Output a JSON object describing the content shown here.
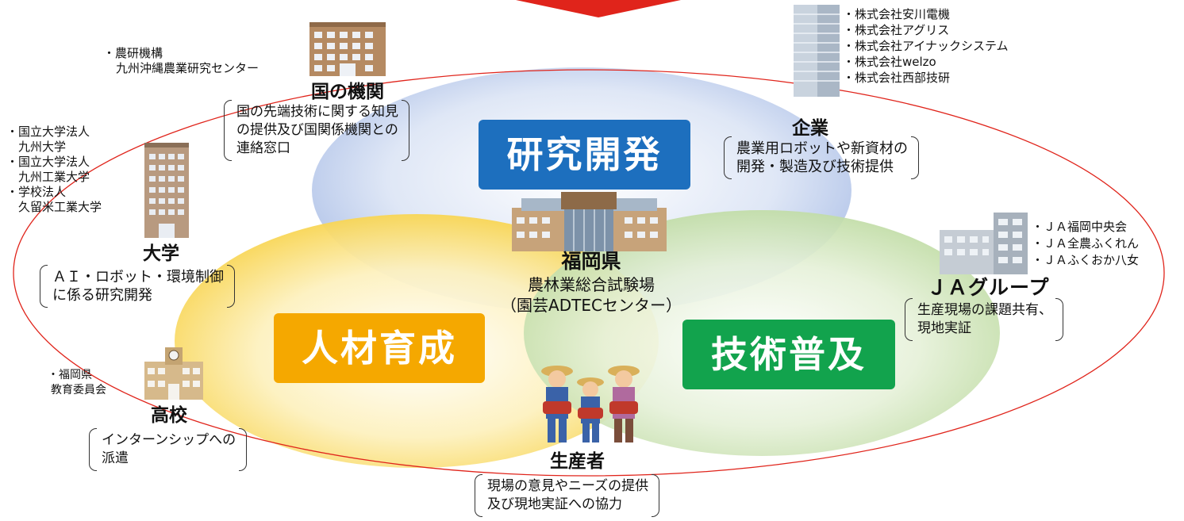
{
  "colors": {
    "research": "#1d6fbe",
    "training": "#f5a800",
    "extension": "#12a34d",
    "outer_ring": "#e0241b",
    "arrow": "#e0241b"
  },
  "icons": [
    "arrow-down-icon",
    "office-building-icon",
    "university-building-icon",
    "skyscraper-icon",
    "company-building-icon",
    "highschool-building-icon",
    "research-center-building-icon",
    "farmers-illustration"
  ],
  "circles": {
    "research": "研究開発",
    "training": "人材育成",
    "extension": "技術普及"
  },
  "center": {
    "title": "福岡県",
    "line1": "農林業総合試験場",
    "line2": "（園芸ADTECセンター）"
  },
  "national": {
    "title": "国の機関",
    "note_line1": "・農研機構",
    "note_line2": "九州沖縄農業研究センター",
    "desc": [
      "国の先端技術に関する知見",
      "の提供及び国関係機関との",
      "連絡窓口"
    ]
  },
  "university": {
    "title": "大学",
    "list": [
      "・国立大学法人",
      "　九州大学",
      "・国立大学法人",
      "　九州工業大学",
      "・学校法人",
      "　久留米工業大学"
    ],
    "desc": [
      "ＡＩ・ロボット・環境制御",
      "に係る研究開発"
    ]
  },
  "company": {
    "title": "企業",
    "list": [
      "・株式会社安川電機",
      "・株式会社アグリス",
      "・株式会社アイナックシステム",
      "・株式会社welzo",
      "・株式会社西部技研"
    ],
    "desc": [
      "農業用ロボットや新資材の",
      "開発・製造及び技術提供"
    ]
  },
  "ja": {
    "title": "ＪＡグループ",
    "list": [
      "・ＪＡ福岡中央会",
      "・ＪＡ全農ふくれん",
      "・ＪＡふくおか八女"
    ],
    "desc": [
      "生産現場の課題共有、",
      "現地実証"
    ]
  },
  "highschool": {
    "title": "高校",
    "note_line1": "・福岡県",
    "note_line2": "教育委員会",
    "desc": [
      "インターンシップへの",
      "派遣"
    ]
  },
  "producer": {
    "title": "生産者",
    "desc": [
      "現場の意見やニーズの提供",
      "及び現地実証への協力"
    ]
  }
}
